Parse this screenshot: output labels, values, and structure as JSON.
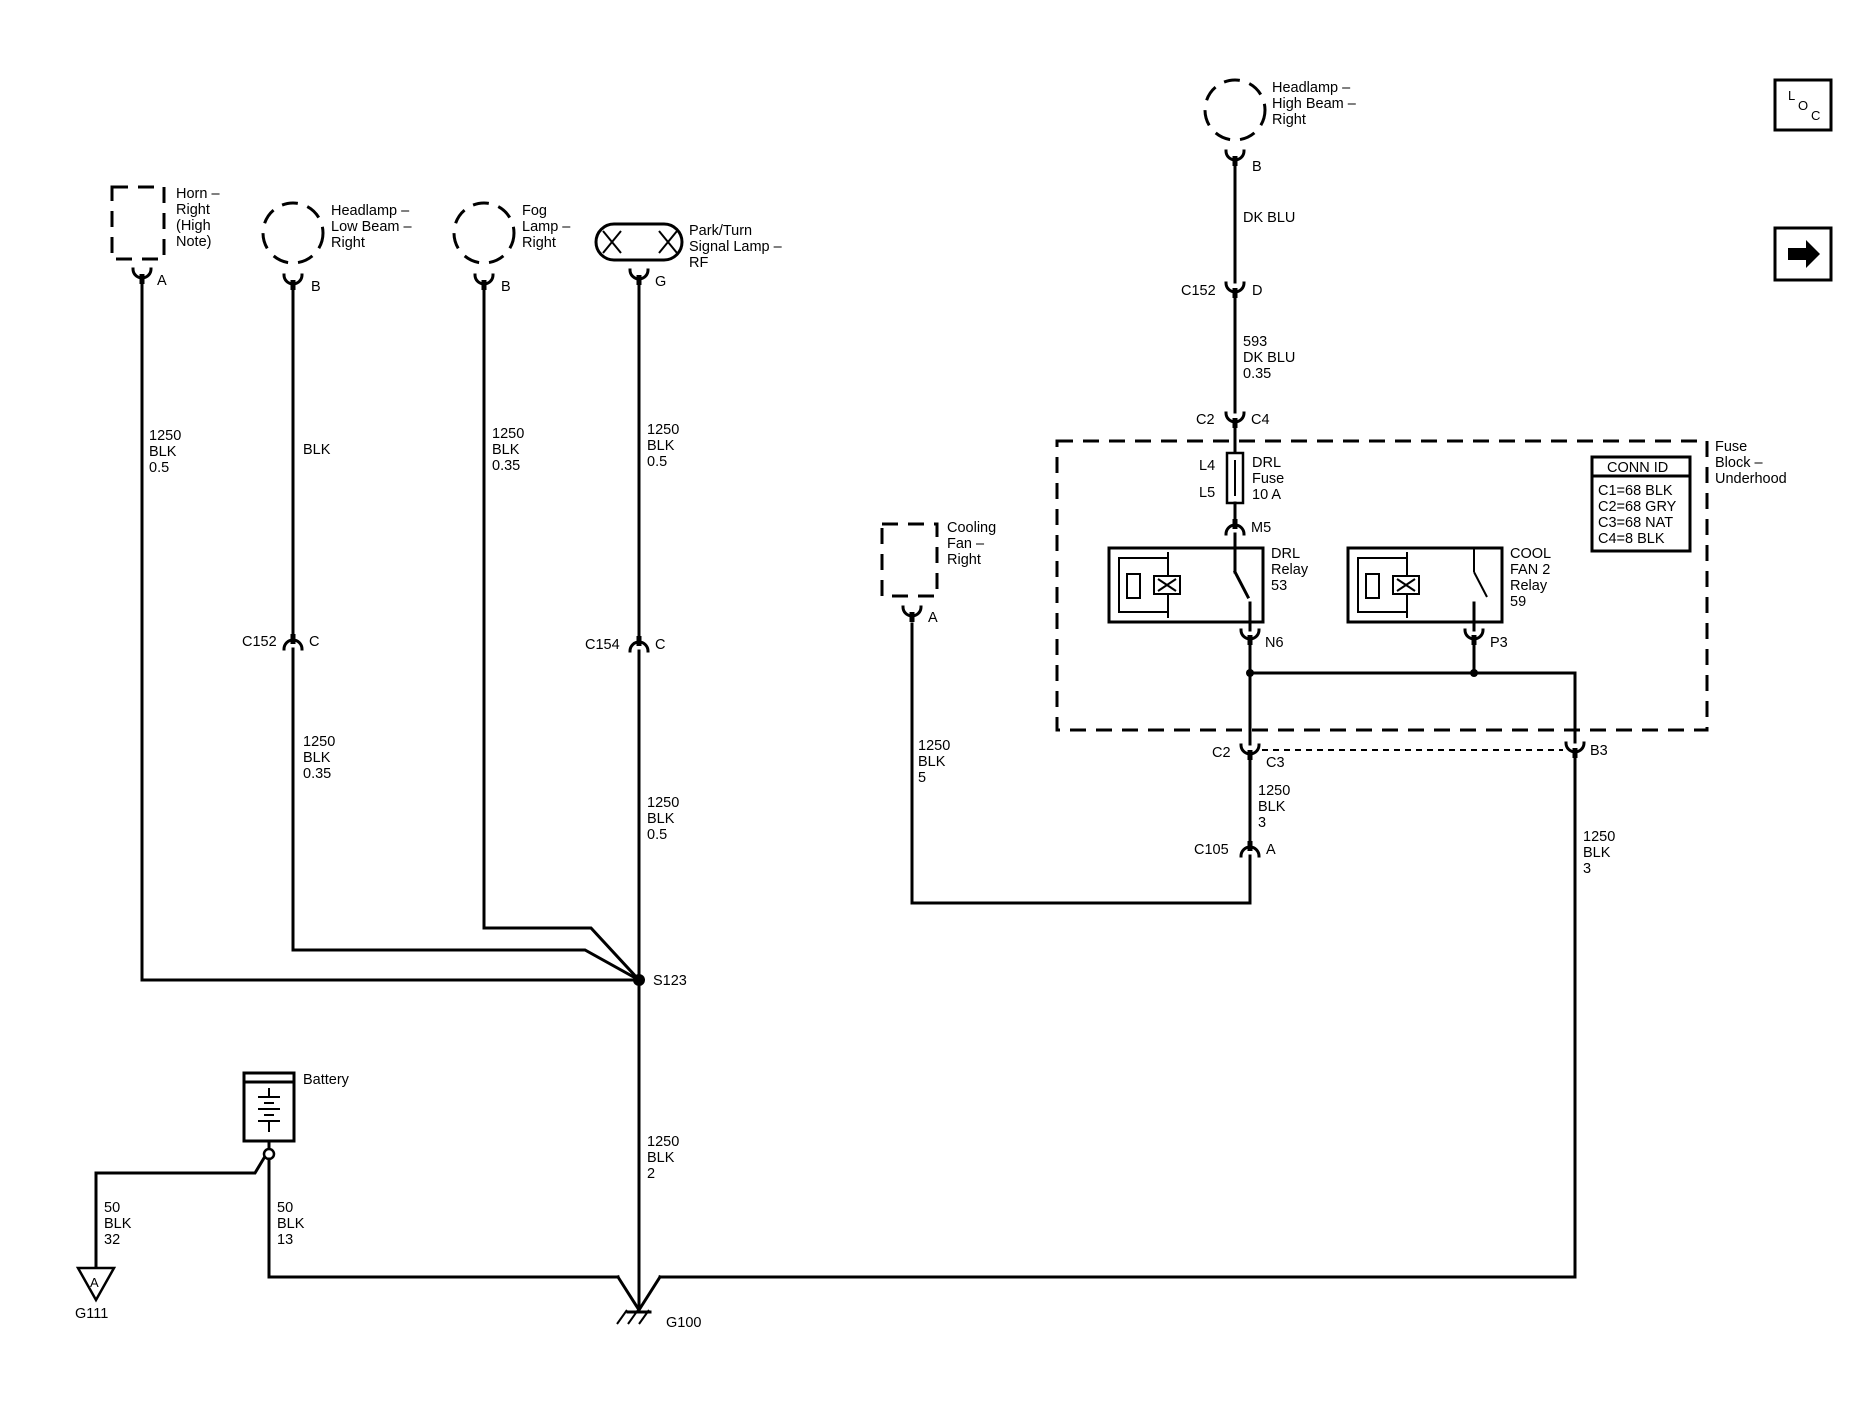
{
  "nav": {
    "loc_l": "L",
    "loc_o": "O",
    "loc_c": "C"
  },
  "components": {
    "horn": [
      "Horn –",
      "Right",
      "(High",
      "Note)"
    ],
    "headlamp_low": [
      "Headlamp –",
      "Low Beam –",
      "Right"
    ],
    "fog_lamp": [
      "Fog",
      "Lamp –",
      "Right"
    ],
    "park_turn": [
      "Park/Turn",
      "Signal Lamp –",
      "RF"
    ],
    "headlamp_high": [
      "Headlamp –",
      "High Beam –",
      "Right"
    ],
    "cooling_fan": [
      "Cooling",
      "Fan –",
      "Right"
    ],
    "fuse_block": [
      "Fuse",
      "Block –",
      "Underhood"
    ],
    "drl_fuse": [
      "DRL",
      "Fuse",
      "10 A"
    ],
    "drl_relay": [
      "DRL",
      "Relay",
      "53"
    ],
    "cool_relay": [
      "COOL",
      "FAN 2",
      "Relay",
      "59"
    ],
    "battery": "Battery"
  },
  "conn_table": {
    "header": "CONN ID",
    "rows": [
      "C1=68 BLK",
      "C2=68 GRY",
      "C3=68 NAT",
      "C4=8 BLK"
    ]
  },
  "pins": {
    "horn": "A",
    "low": "B",
    "fog": "B",
    "park": "G",
    "high": "B",
    "c152_low_name": "C152",
    "c152_low_pin": "C",
    "c154_name": "C154",
    "c154_pin": "C",
    "c152_high_name": "C152",
    "c152_high_pin": "D",
    "c2_top": "C2",
    "c4": "C4",
    "l4": "L4",
    "l5": "L5",
    "m5": "M5",
    "n6": "N6",
    "p3": "P3",
    "fan": "A",
    "c2_bot": "C2",
    "c3": "C3",
    "b3": "B3",
    "c105_name": "C105",
    "c105_pin": "A"
  },
  "splice": "S123",
  "grounds": {
    "g100": "G100",
    "g111": "G111",
    "g111_letter": "A"
  },
  "wires": {
    "horn": [
      "1250",
      "BLK",
      "0.5"
    ],
    "low_upper": [
      "BLK"
    ],
    "low_lower": [
      "1250",
      "BLK",
      "0.35"
    ],
    "fog": [
      "1250",
      "BLK",
      "0.35"
    ],
    "park_upper": [
      "1250",
      "BLK",
      "0.5"
    ],
    "park_lower": [
      "1250",
      "BLK",
      "0.5"
    ],
    "high_upper": [
      "DK BLU"
    ],
    "high_lower": [
      "593",
      "DK BLU",
      "0.35"
    ],
    "fan": [
      "1250",
      "BLK",
      "5"
    ],
    "c105": [
      "1250",
      "BLK",
      "3"
    ],
    "b3": [
      "1250",
      "BLK",
      "3"
    ],
    "ground_main": [
      "1250",
      "BLK",
      "2"
    ],
    "battery_left": [
      "50",
      "BLK",
      "32"
    ],
    "battery_right": [
      "50",
      "BLK",
      "13"
    ]
  }
}
